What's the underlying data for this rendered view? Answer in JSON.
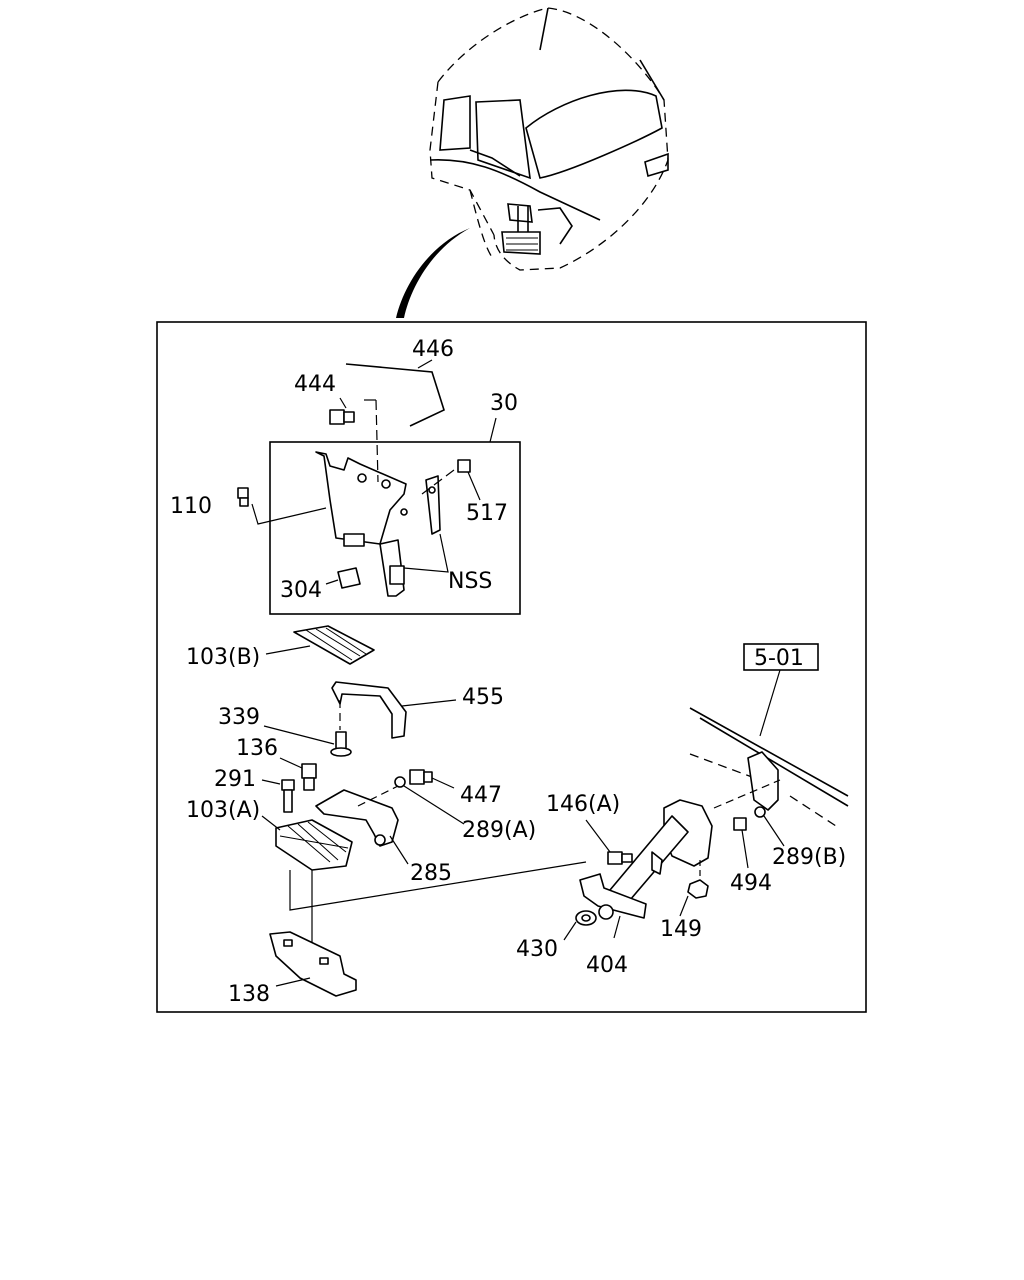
{
  "callouts": {
    "p446": "446",
    "p444": "444",
    "p30": "30",
    "p110": "110",
    "p517": "517",
    "pNSS": "NSS",
    "p304": "304",
    "p103b": "103(B)",
    "p455": "455",
    "p339": "339",
    "p136": "136",
    "p291": "291",
    "p447": "447",
    "p103a": "103(A)",
    "p289a": "289(A)",
    "p285": "285",
    "p146a": "146(A)",
    "p501": "5-01",
    "p494": "494",
    "p289b": "289(B)",
    "p149": "149",
    "p430": "430",
    "p404": "404",
    "p138": "138"
  }
}
